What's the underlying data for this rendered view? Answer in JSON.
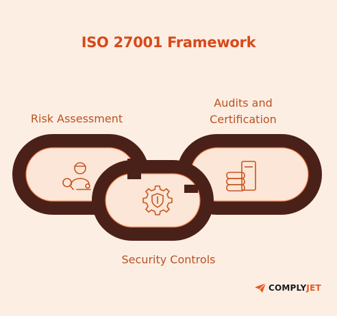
{
  "title": "ISO 27001 Framework",
  "labels": {
    "risk": "Risk Assessment",
    "audit_line1": "Audits and",
    "audit_line2": "Certification",
    "security": "Security Controls"
  },
  "brand": {
    "part1": "COMPLY",
    "part2": "JET"
  },
  "icons": {
    "risk": "inspector-magnifier-icon",
    "security": "gear-shield-icon",
    "audit": "document-stack-icon",
    "brand": "paper-plane-icon"
  },
  "colors": {
    "background": "#fdeee4",
    "title": "#d8491a",
    "label": "#b8521f",
    "link": "#4a2118",
    "link_inner": "#fbe6d7",
    "icon": "#c4551e"
  }
}
